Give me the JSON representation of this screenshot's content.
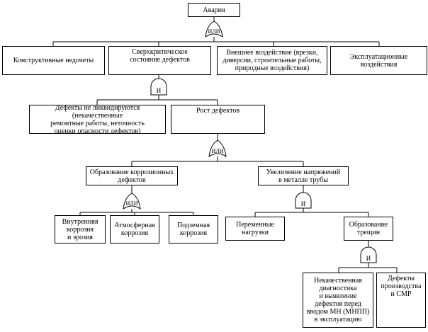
{
  "nodes": {
    "avaria": "Авария",
    "konstr": "Конструктивные недочеты",
    "sverh": "Сверхкритическое\nсостояние дефектов",
    "vneshnee": "Внешнее воздействие (врезки,\nдиверсии, строительные работы,\nприродные воздействия)",
    "ekspl": "Эксплуатационные\nвоздействия",
    "defekty_ne_likv": "Дефекты не ликвидируются (некачественные\nремонтные работы, неточность\nоценки опасности дефектов)",
    "rost": "Рост дефектов",
    "obr_korr": "Образование коррозионных\nдефектов",
    "uvel": "Увеличение напряжений\nв металле трубы",
    "vnutr": "Внутренняя\nкоррозия\nи эрозия",
    "atmosf": "Атмосферная\nкоррозия",
    "podzem": "Подземная\nкоррозия",
    "perem": "Переменные\nнагрузки",
    "obr_tresh": "Образование\nтрещин",
    "nekach": "Некачественная\nдиагностика\nи выявление\nдефектов перед\nвводом МН (МНПП)\nв эксплуатацию",
    "def_proizv": "Дефекты\nпроизводства\nи СМР"
  },
  "gates": {
    "or_label": "ИЛИ",
    "and_label": "И"
  }
}
